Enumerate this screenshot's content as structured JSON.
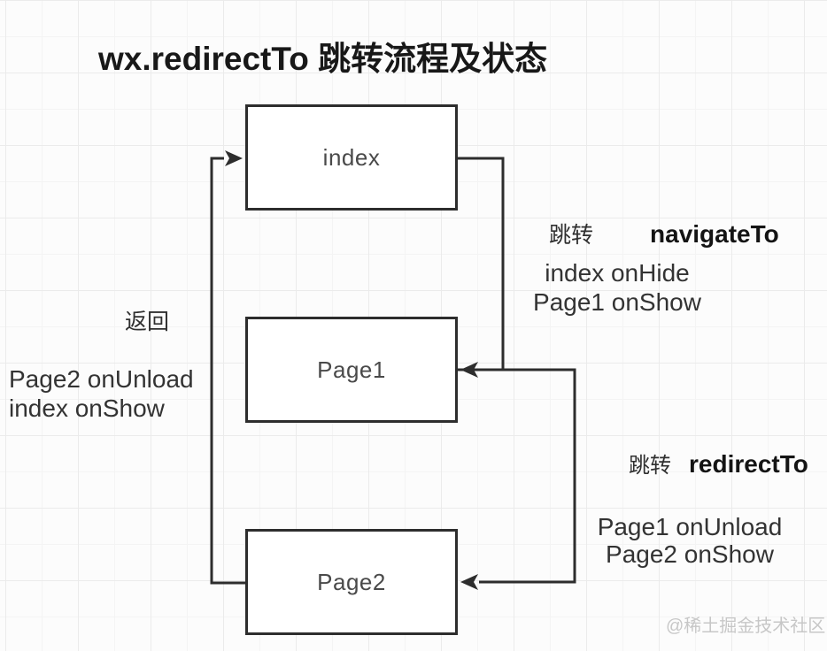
{
  "title": "wx.redirectTo 跳转流程及状态",
  "nodes": {
    "index": {
      "label": "index"
    },
    "page1": {
      "label": "Page1"
    },
    "page2": {
      "label": "Page2"
    }
  },
  "edges": {
    "navigate_to": {
      "action": "跳转",
      "api": "navigateTo",
      "states": [
        "index onHide",
        "Page1 onShow"
      ]
    },
    "redirect_to": {
      "action": "跳转",
      "api": "redirectTo",
      "states": [
        "Page1 onUnload",
        "Page2 onShow"
      ]
    },
    "back": {
      "action": "返回",
      "states": [
        "Page2 onUnload",
        "index onShow"
      ]
    }
  },
  "watermark": "@稀土掘金技术社区",
  "colors": {
    "stroke": "#2d2d2d",
    "node_text": "#4a4a4a",
    "label_text": "#333333",
    "api_text": "#141414",
    "title_text": "#181818",
    "watermark_text": "#c7c7c7",
    "background": "#fcfcfc",
    "grid_line": "#ebebeb"
  }
}
